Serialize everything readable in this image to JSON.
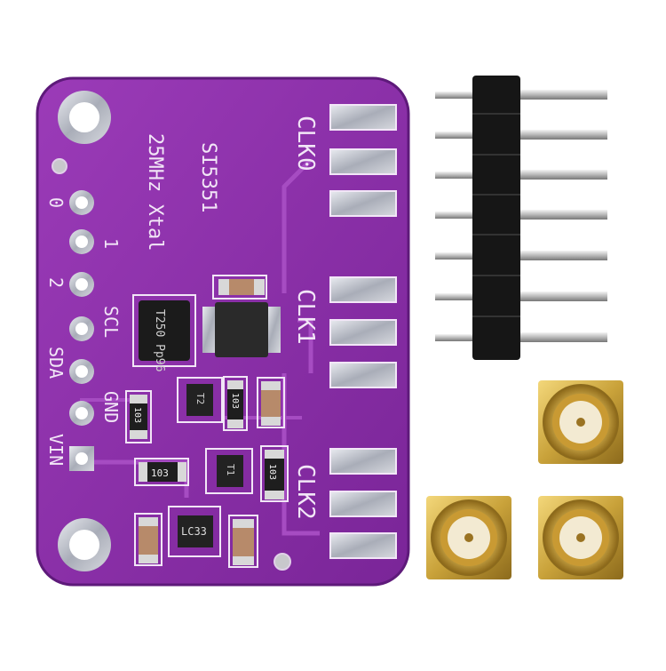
{
  "silkscreen": {
    "chip_name": "SI5351",
    "crystal": "25MHz Xtal",
    "clk0": "CLK0",
    "clk1": "CLK1",
    "clk2": "CLK2",
    "pins": [
      "0",
      "1",
      "2",
      "SCL",
      "SDA",
      "GND",
      "VIN"
    ],
    "chip_mark": "T250 Pp96",
    "regulator": "LC33",
    "transistor_1": "T2",
    "transistor_2": "T1",
    "resistor_1": "103",
    "resistor_2": "103",
    "resistor_3": "103",
    "resistor_4": "103"
  },
  "colors": {
    "board": "#8a2fa8",
    "board_edge": "#6f1e8c",
    "silk": "#f2e6f7",
    "gold": "#c9a23a",
    "header_plastic": "#1a1a1a",
    "pin_metal": "#c9c9c9"
  }
}
